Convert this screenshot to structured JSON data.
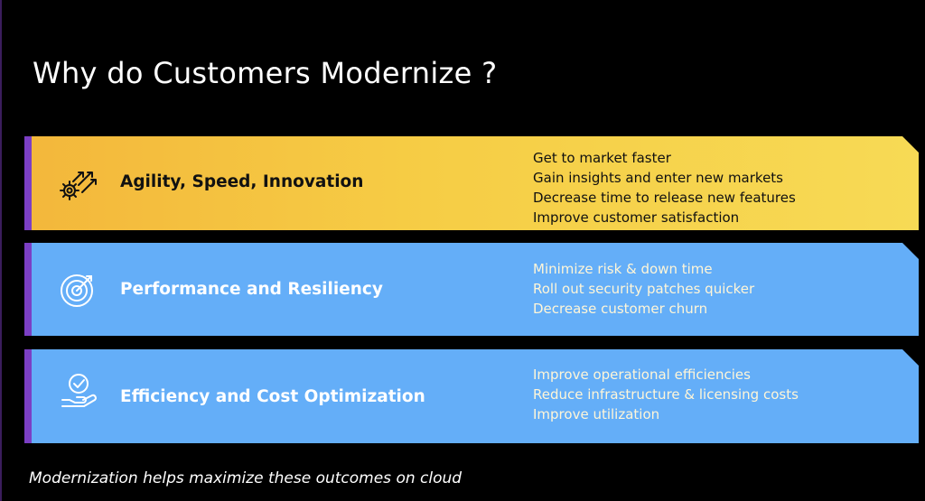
{
  "title": "Why do Customers Modernize ?",
  "bands": [
    {
      "heading": "Agility, Speed, Innovation",
      "icon": "gear-growth-arrows-icon",
      "color": "#f6cd45",
      "points": [
        "Get to market faster",
        "Gain insights and enter new markets",
        "Decrease time to release new features",
        "Improve customer satisfaction"
      ]
    },
    {
      "heading": "Performance and Resiliency",
      "icon": "target-arrow-icon",
      "color": "#64aef8",
      "points": [
        "Minimize risk & down time",
        "Roll out security patches quicker",
        "Decrease customer churn"
      ]
    },
    {
      "heading": "Efficiency and Cost Optimization",
      "icon": "hand-checkmark-icon",
      "color": "#64aef8",
      "points": [
        "Improve operational efficiencies",
        "Reduce infrastructure & licensing costs",
        "Improve utilization"
      ]
    }
  ],
  "footer": "Modernization helps maximize these outcomes on cloud",
  "colors": {
    "background": "#000000",
    "accent": "#7b3fc4",
    "yellow": "#f6cd45",
    "blue": "#64aef8"
  }
}
